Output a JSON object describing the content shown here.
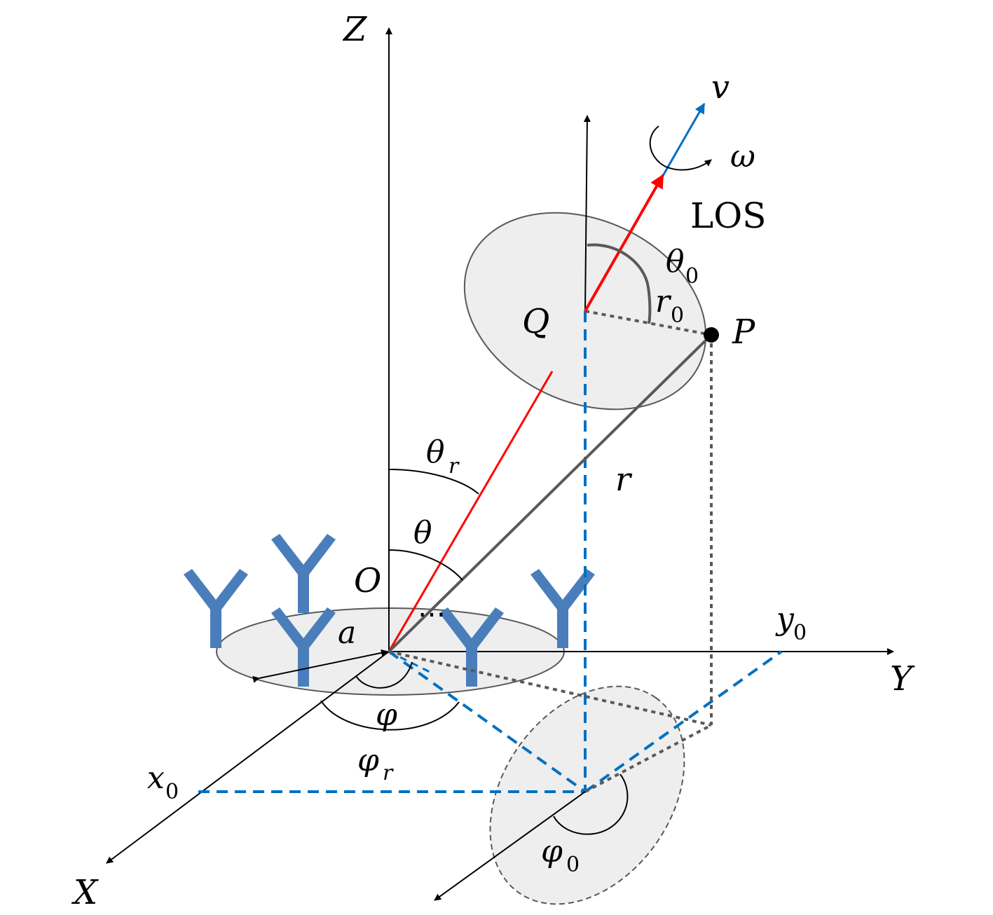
{
  "labels": {
    "z_axis": "Z",
    "y_axis": "Y",
    "x_axis": "X",
    "origin": "O",
    "point_q": "Q",
    "point_p": "P",
    "radius_r": "r",
    "radius_a": "a",
    "velocity": "v",
    "omega": "ω",
    "los": "LOS",
    "theta": "θ",
    "theta_r": "θ",
    "theta_r_sub": "r",
    "theta_0": "θ",
    "theta_0_sub": "0",
    "r0": "r",
    "r0_sub": "0",
    "phi": "φ",
    "phi_r": "φ",
    "phi_r_sub": "r",
    "phi_0": "φ",
    "phi_0_sub": "0",
    "x0": "x",
    "x0_sub": "0",
    "y0": "y",
    "y0_sub": "0",
    "ellipsis": "⋯"
  },
  "colors": {
    "antenna": "#4a7ebb",
    "los_arrow": "#ff0000",
    "velocity_arrow": "#0070c0",
    "dashed_projection": "#0070c0",
    "dotted_gray": "#595959",
    "disc_fill": "#eeeeee"
  }
}
